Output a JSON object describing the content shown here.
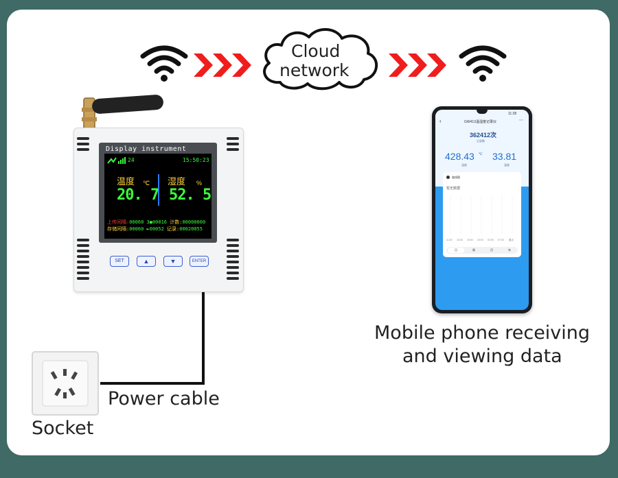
{
  "labels": {
    "cloud_line1": "Cloud",
    "cloud_line2": "network",
    "phone_caption_line1": "Mobile phone receiving",
    "phone_caption_line2": "and viewing data",
    "power_cable": "Power cable",
    "socket": "Socket"
  },
  "device": {
    "title": "Display instrument",
    "signal": "24",
    "time": "15:50:23",
    "temp_label": "温度",
    "temp_unit": "℃",
    "temp_value": "20. 7",
    "hum_label": "湿度",
    "hum_unit": "%",
    "hum_value": "52. 5",
    "row1_label": "上传间隔:",
    "row1_value": "00060",
    "row1_mid": "3●00016",
    "row1_count_label": "计数:",
    "row1_count_value": "00000000",
    "row2_label": "存储间隔:",
    "row2_value": "00060",
    "row2_mid": "►00052",
    "row2_rec_label": "记录:",
    "row2_rec_value": "00020055",
    "buttons": [
      "SET",
      "▲",
      "▼",
      "ENTER"
    ]
  },
  "phone": {
    "status_time": "11:28",
    "header_title": "GW413温湿度记录仪",
    "count": "362412次",
    "count_sub": "记录数",
    "temp": "428.43",
    "temp_unit": "℃",
    "temp_sub": "温度",
    "hum": "33.81",
    "hum_sub": "湿度",
    "panel_title": "曲线图",
    "panel_empty": "暂无数据",
    "time_ticks": [
      "11:00",
      "15:00",
      "19:00",
      "23:00",
      "03:00",
      "07:00",
      "整点"
    ],
    "tabs": [
      "日",
      "周",
      "月",
      "年"
    ]
  },
  "colors": {
    "background": "#3f6a66",
    "arrow_red": "#f01d1d",
    "phone_blue": "#2d9bf0"
  }
}
